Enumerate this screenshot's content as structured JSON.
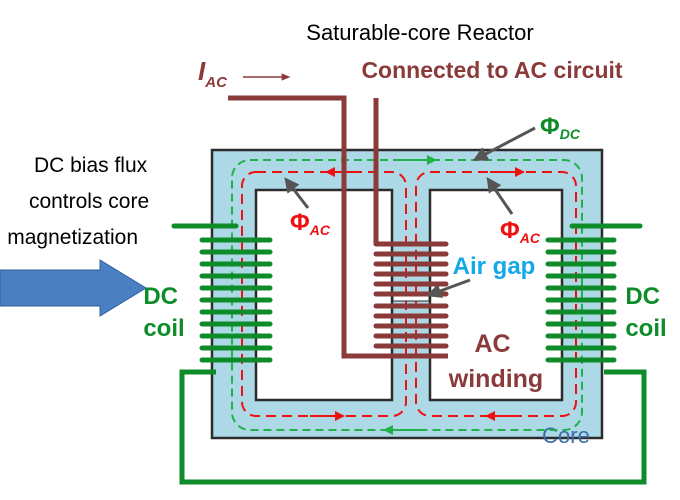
{
  "title": "Saturable-core Reactor",
  "ac_current_label": {
    "main": "I",
    "sub": "AC"
  },
  "connected_label": "Connected to AC circuit",
  "bias_text": [
    "DC bias flux",
    "controls core",
    "magnetization"
  ],
  "flux_dc": {
    "main": "Φ",
    "sub": "DC"
  },
  "flux_ac": {
    "main": "Φ",
    "sub": "AC"
  },
  "air_gap_label": "Air gap",
  "dc_coil_label": [
    "DC",
    "coil"
  ],
  "ac_winding_label": [
    "AC",
    "winding"
  ],
  "core_label": "Core",
  "colors": {
    "core_fill": "#add8e6",
    "core_stroke": "#2b2b2b",
    "dc_green": "#0f8c2a",
    "ac_brown": "#8b3a3a",
    "ac_flux_red": "#ee1111",
    "dc_flux_green": "#22b04b",
    "air_gap_blue": "#13a8e8",
    "core_label": "#3d6ea8",
    "arrow_blue": "#4a7fc1",
    "pointer_gray": "#555555"
  }
}
